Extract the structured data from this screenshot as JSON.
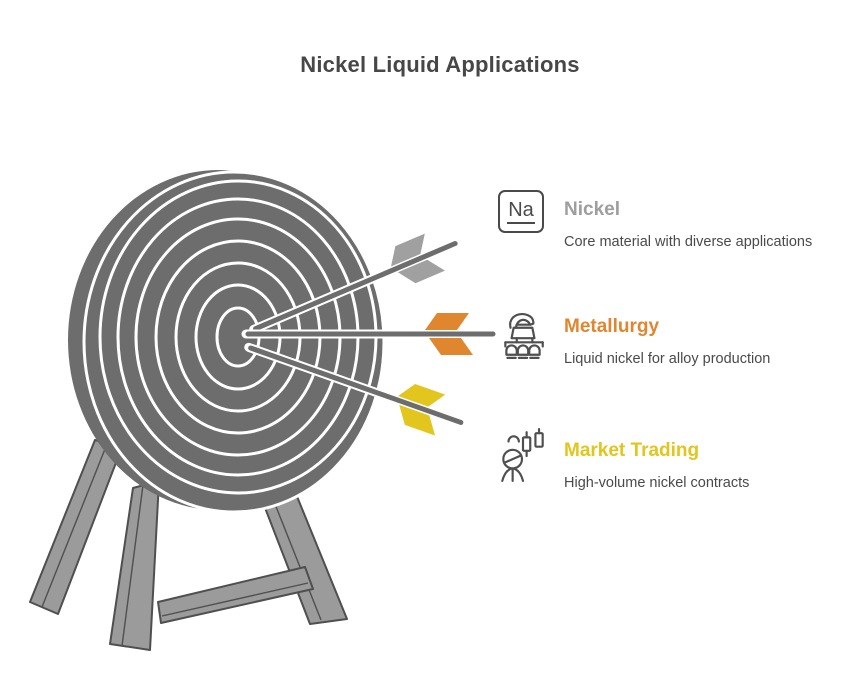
{
  "title": "Nickel Liquid Applications",
  "items": [
    {
      "id": "nickel",
      "icon": "element-na-icon",
      "symbol": "Na",
      "label": "Nickel",
      "description": "Core material with diverse applications",
      "color": "#9E9E9E"
    },
    {
      "id": "metallurgy",
      "icon": "metallurgy-furnace-icon",
      "label": "Metallurgy",
      "description": "Liquid nickel for alloy production",
      "color": "#E0862F"
    },
    {
      "id": "market-trading",
      "icon": "trader-candlestick-icon",
      "label": "Market Trading",
      "description": "High-volume nickel contracts",
      "color": "#E2C51D"
    }
  ],
  "illustration": {
    "type": "archery-target-with-three-arrows",
    "arrows": [
      {
        "points_to": "Nickel",
        "fletching_color": "#A0A0A0"
      },
      {
        "points_to": "Metallurgy",
        "fletching_color": "#E0862F"
      },
      {
        "points_to": "Market Trading",
        "fletching_color": "#E2C51D"
      }
    ]
  },
  "colors": {
    "title-text": "#474747",
    "body-text": "#4A4A4A",
    "icon-stroke": "#4F4F4F",
    "target-gray": "#6D6D6D",
    "stand-gray": "#9B9B9B",
    "stand-outline": "#4F4F4F",
    "arrow-shaft": "#6D6D6D",
    "fletch-nickel": "#A0A0A0",
    "fletch-metallurgy": "#E0862F",
    "fletch-trading": "#E2C51D",
    "label-nickel": "#9E9E9E",
    "label-metallurgy": "#E0862F",
    "label-trading": "#E2C51D"
  }
}
